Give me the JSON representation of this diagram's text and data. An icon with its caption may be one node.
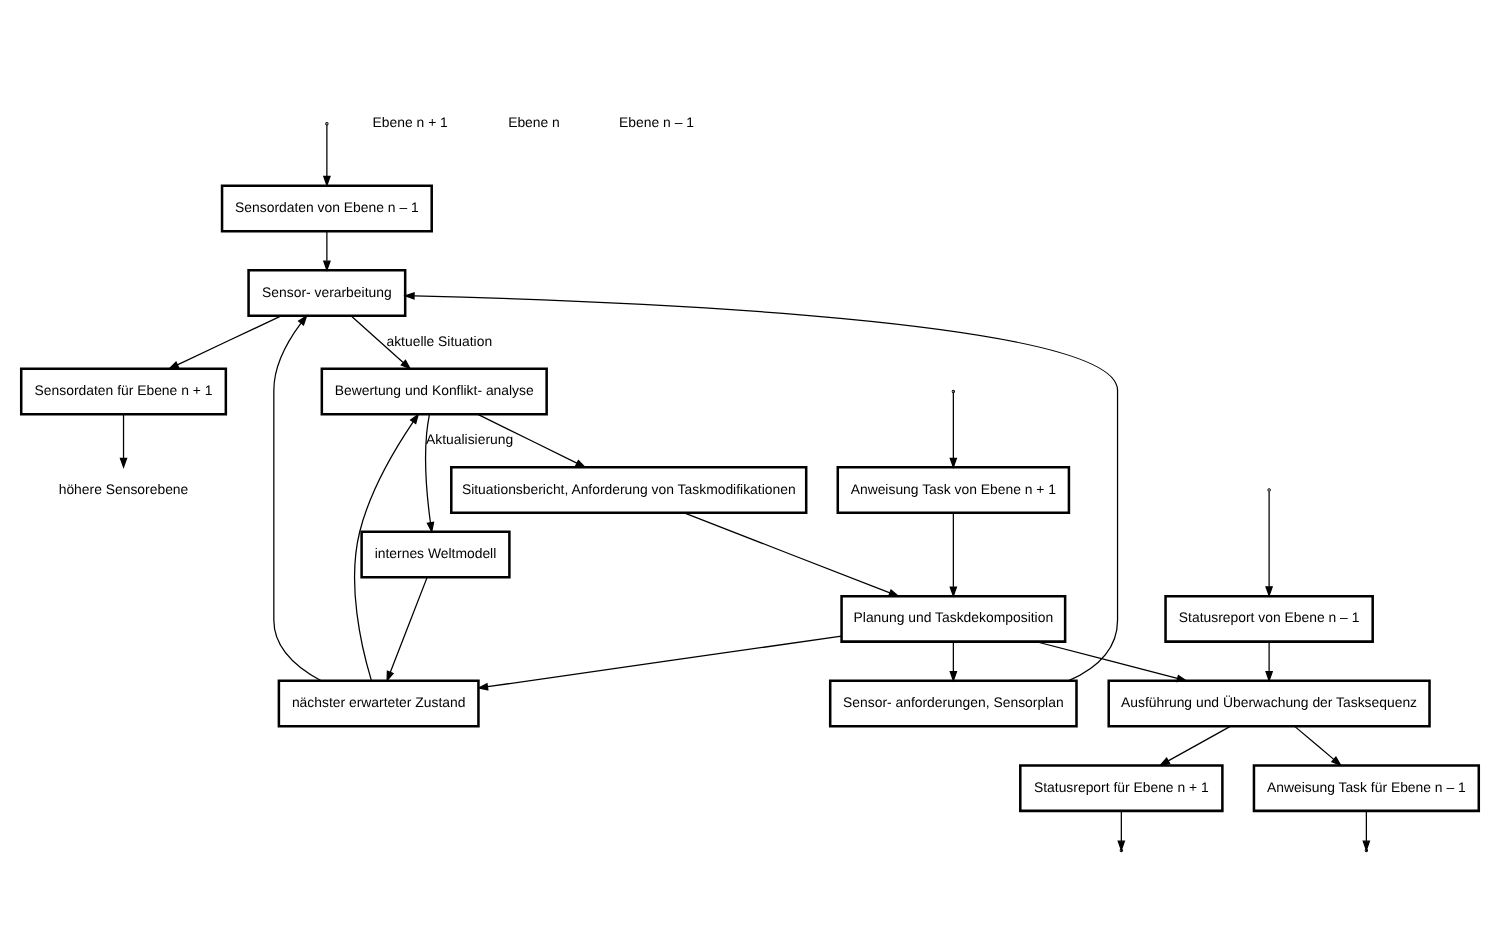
{
  "diagram": {
    "nodes": [
      {
        "text": [
          "Sensordaten für Ebene n + 1"
        ]
      },
      {
        "text": [
          "Bewertung und Konflikt- analyse"
        ]
      },
      {
        "text": [
          "Situationsbericht, Anforderung von Taskmodifikationen"
        ]
      },
      {
        "text": [
          "Anweisung Task von Ebene n + 1"
        ]
      },
      {
        "text": [
          "Statusreport für Ebene n + 1"
        ]
      },
      {
        "text": [
          "internes Weltmodell"
        ]
      },
      {
        "text": [
          "Planung und Taskdekomposition"
        ]
      },
      {
        "text": [
          "Sensor- verarbeitung"
        ]
      },
      {
        "text": [
          "nächster erwarteter Zustand"
        ]
      },
      {
        "text": [
          "Ausführung und Überwachung der Tasksequenz"
        ]
      },
      {
        "text": [
          "Sensordaten von Ebene n – 1"
        ]
      },
      {
        "text": [
          "Sensor- anforderungen, Sensorplan"
        ]
      },
      {
        "text": [
          "Anweisung Task für Ebene n – 1"
        ]
      },
      {
        "text": [
          "Statusreport von Ebene n – 1"
        ]
      },
      {
        "text": [
          "höhere Sensorebene"
        ]
      }
    ],
    "edges": [
      {
        "from": 0,
        "to": 14,
        "arrow": "to"
      },
      {
        "from": 7,
        "to": 0,
        "arrow": "to"
      },
      {
        "from": 7,
        "to": 1,
        "arrow": "to",
        "label": "aktuelle Situation"
      },
      {
        "from": 1,
        "to": 2,
        "arrow": "to"
      },
      {
        "from": 1,
        "to": 5,
        "arrow": "to",
        "label": "Aktualisierung"
      },
      {
        "from": 5,
        "to": 8,
        "arrow": "to"
      },
      {
        "from": 8,
        "to": 1,
        "arrow": "to"
      },
      {
        "from": 8,
        "to": 7,
        "arrow": "to"
      },
      {
        "from": 11,
        "to": 7,
        "arrow": "to"
      },
      {
        "from": 10,
        "to": 7,
        "arrow": "to"
      },
      {
        "from": null,
        "to": 10,
        "arrow": "to"
      },
      {
        "from": 2,
        "to": 6,
        "arrow": "to"
      },
      {
        "from": 6,
        "to": 8,
        "arrow": "to"
      },
      {
        "from": 6,
        "to": 11,
        "arrow": "to"
      },
      {
        "from": null,
        "to": 3,
        "arrow": "to"
      },
      {
        "from": 3,
        "to": 6,
        "arrow": "to"
      },
      {
        "from": 6,
        "to": 9,
        "arrow": "to"
      },
      {
        "from": 9,
        "to": 4,
        "arrow": "to"
      },
      {
        "from": 4,
        "to": null,
        "arrow": "to"
      },
      {
        "from": 9,
        "to": 12,
        "arrow": "to"
      },
      {
        "from": 12,
        "to": null,
        "arrow": "to"
      },
      {
        "from": null,
        "to": 13,
        "arrow": "to"
      },
      {
        "from": 13,
        "to": 9,
        "arrow": "to"
      }
    ],
    "labels": [
      "Ebene n + 1",
      "Ebene n",
      "Ebene n – 1"
    ]
  }
}
